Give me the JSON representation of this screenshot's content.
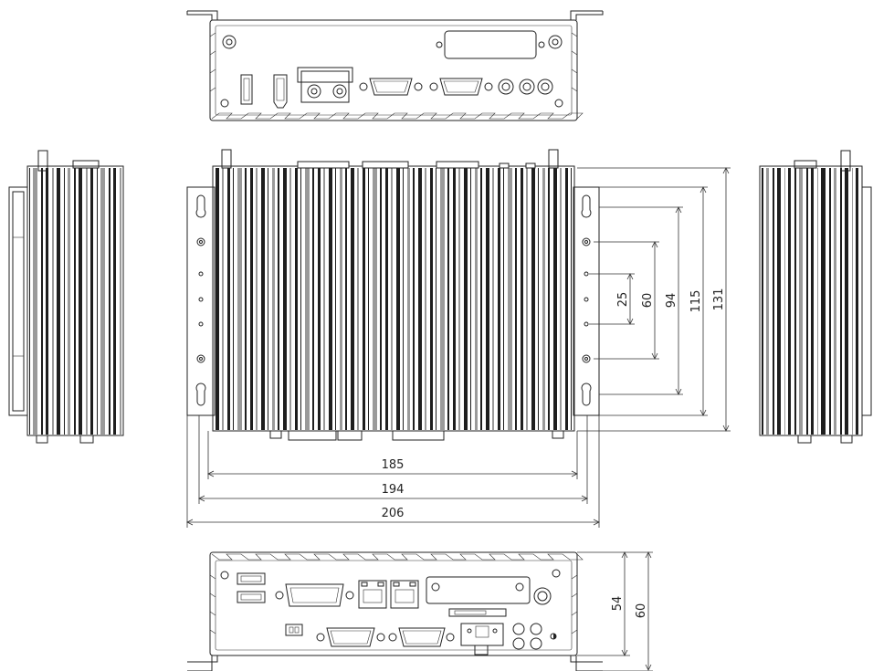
{
  "dimensions": {
    "width_185": "185",
    "width_194": "194",
    "width_206": "206",
    "height_25": "25",
    "height_60": "60",
    "height_94": "94",
    "height_115": "115",
    "height_131": "131",
    "depth_54": "54",
    "depth_60": "60"
  },
  "colors": {
    "line": "#222222",
    "fin_dark": "#1e1e1e",
    "fin_gray": "#9a9a9a",
    "background": "#ffffff"
  }
}
